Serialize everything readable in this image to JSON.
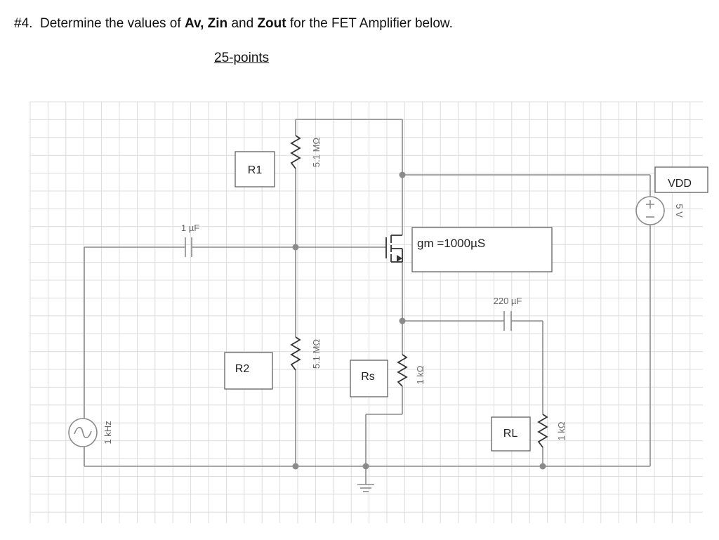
{
  "question": {
    "number": "#4.",
    "lead": "Determine the values of",
    "term1": "Av,",
    "term2": "Zin",
    "conj": "and",
    "term3": "Zout",
    "tail": "for the FET Amplifier below.",
    "points": "25-points"
  },
  "circuit": {
    "source_freq": "1 kHz",
    "input_cap": "1 µF",
    "r1_box": "R1",
    "r1_value": "5.1 MΩ",
    "r2_box": "R2",
    "r2_value": "5.1 MΩ",
    "gm_box": "gm =1000µS",
    "rs_box": "Rs",
    "rs_value": "1 kΩ",
    "output_cap": "220 µF",
    "rl_box": "RL",
    "rl_value": "1 kΩ",
    "vdd_box": "VDD",
    "vdd_value": "5 V"
  },
  "colors": {
    "wire": "#8a8a8a",
    "grid": "#dcdcdc",
    "text": "#222222"
  }
}
